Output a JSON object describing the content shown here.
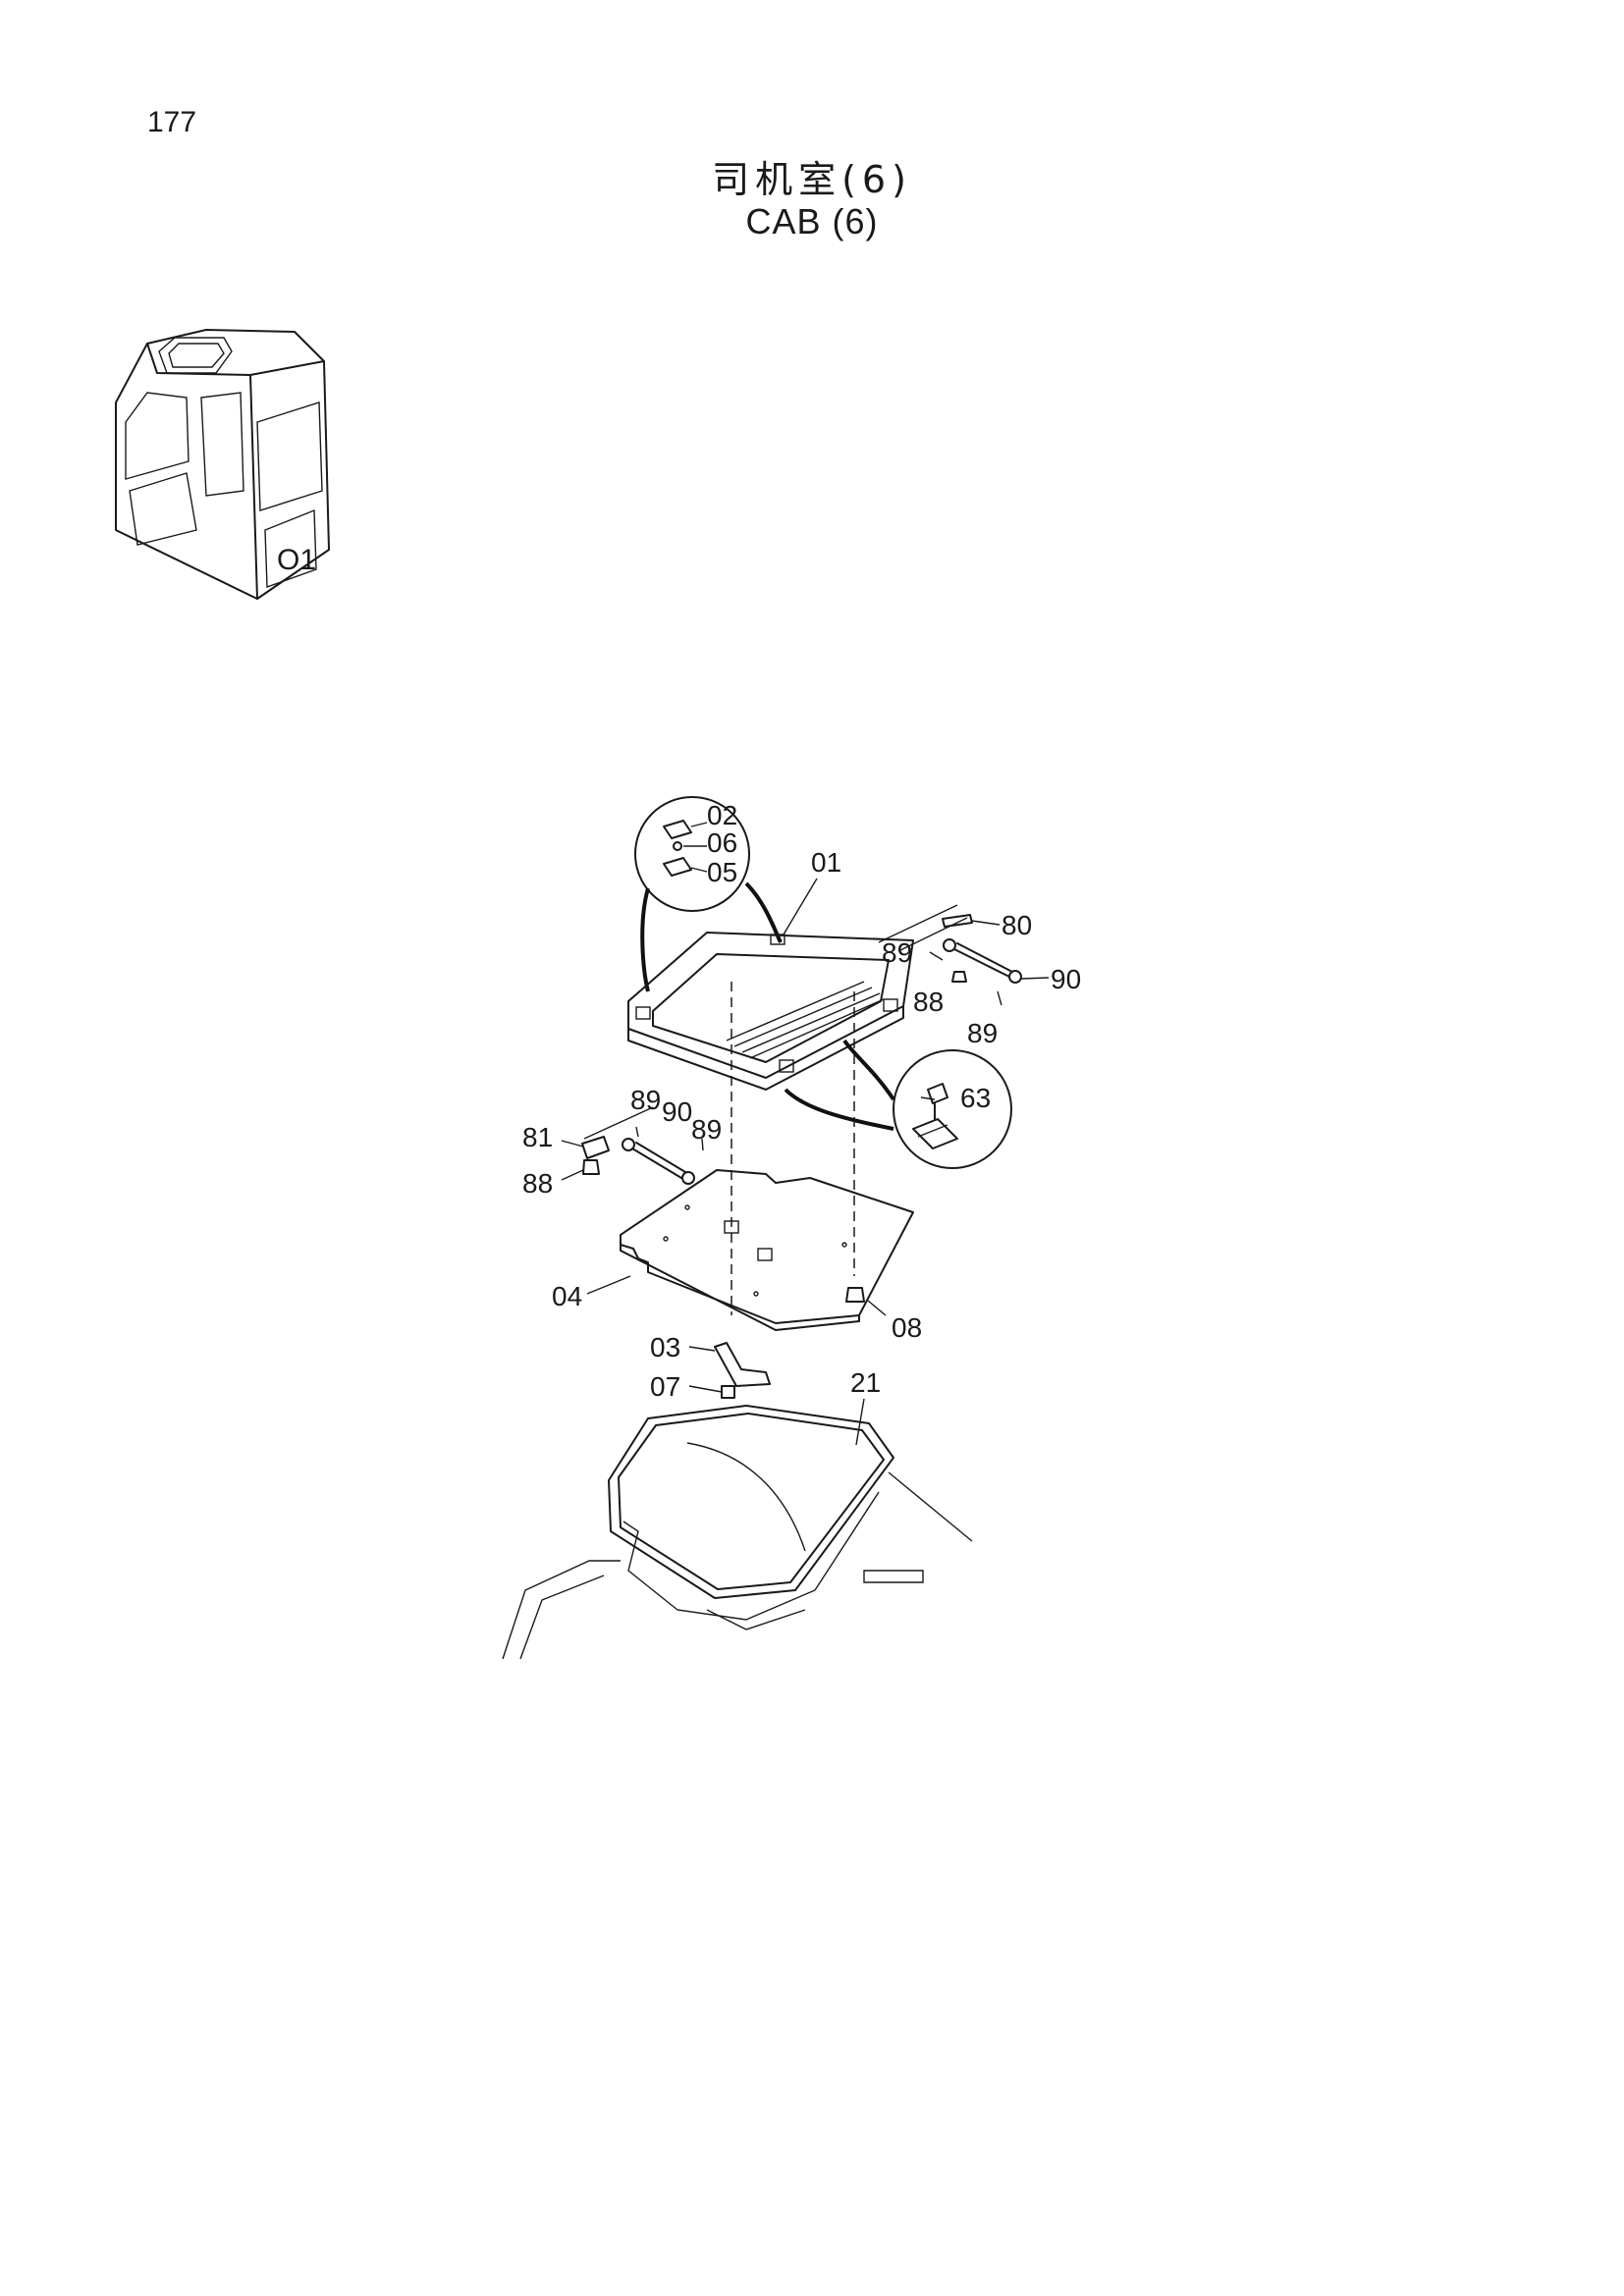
{
  "page": {
    "number": "177"
  },
  "title": {
    "chinese": "司机室(6)",
    "english": "CAB (6)"
  },
  "part_labels": {
    "p01": "01",
    "p02": "02",
    "p03": "03",
    "p04": "04",
    "p05": "05",
    "p06": "06",
    "p07": "07",
    "p08": "08",
    "p21": "21",
    "p63": "63",
    "p80": "80",
    "p81": "81",
    "p88": "88",
    "p89": "89",
    "p90": "90"
  }
}
